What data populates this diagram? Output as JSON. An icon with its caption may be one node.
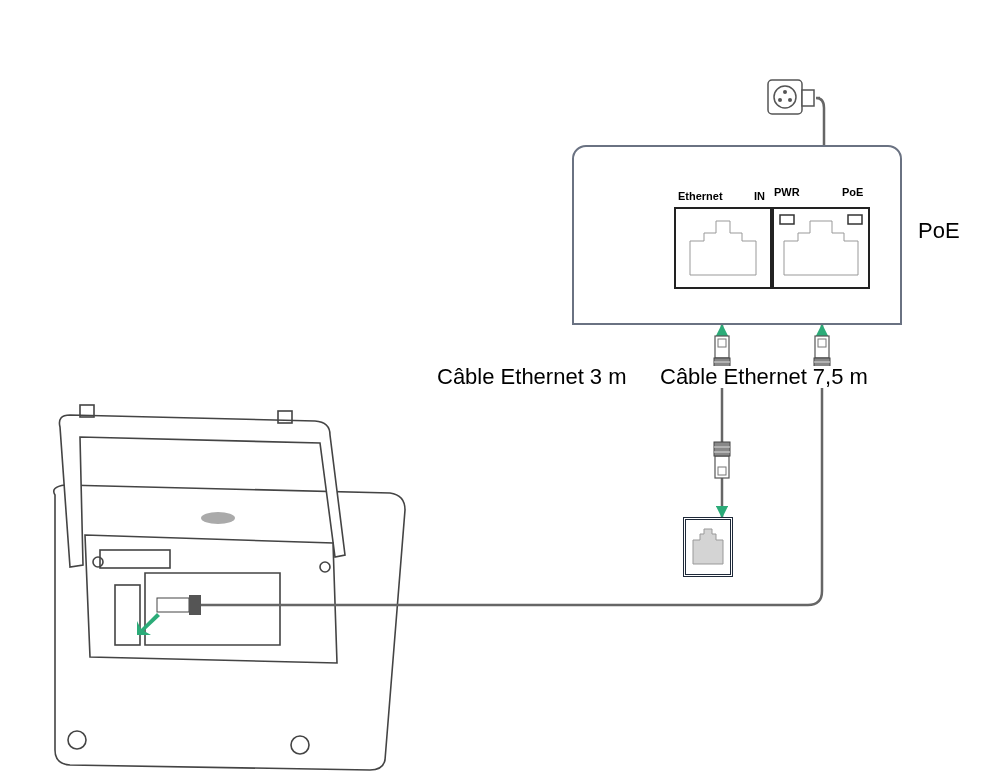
{
  "diagram": {
    "nodes": [
      {
        "text": [
          "Ethernet",
          "IN",
          "PWR",
          "PoE"
        ],
        "beside": [
          "PoE"
        ]
      },
      {
        "text": [],
        "shape": "picture"
      },
      {
        "text": [],
        "shape": "box"
      },
      {
        "text": [],
        "shape": "picture"
      }
    ],
    "edges": [
      {
        "from": 1,
        "to": 0,
        "arrow": "none"
      },
      {
        "from": 0,
        "to": 2,
        "arrow": "both",
        "label": "Câble Ethernet 3 m"
      },
      {
        "from": 3,
        "to": 0,
        "arrow": "to",
        "label": "Câble Ethernet 7,5 m"
      }
    ]
  }
}
